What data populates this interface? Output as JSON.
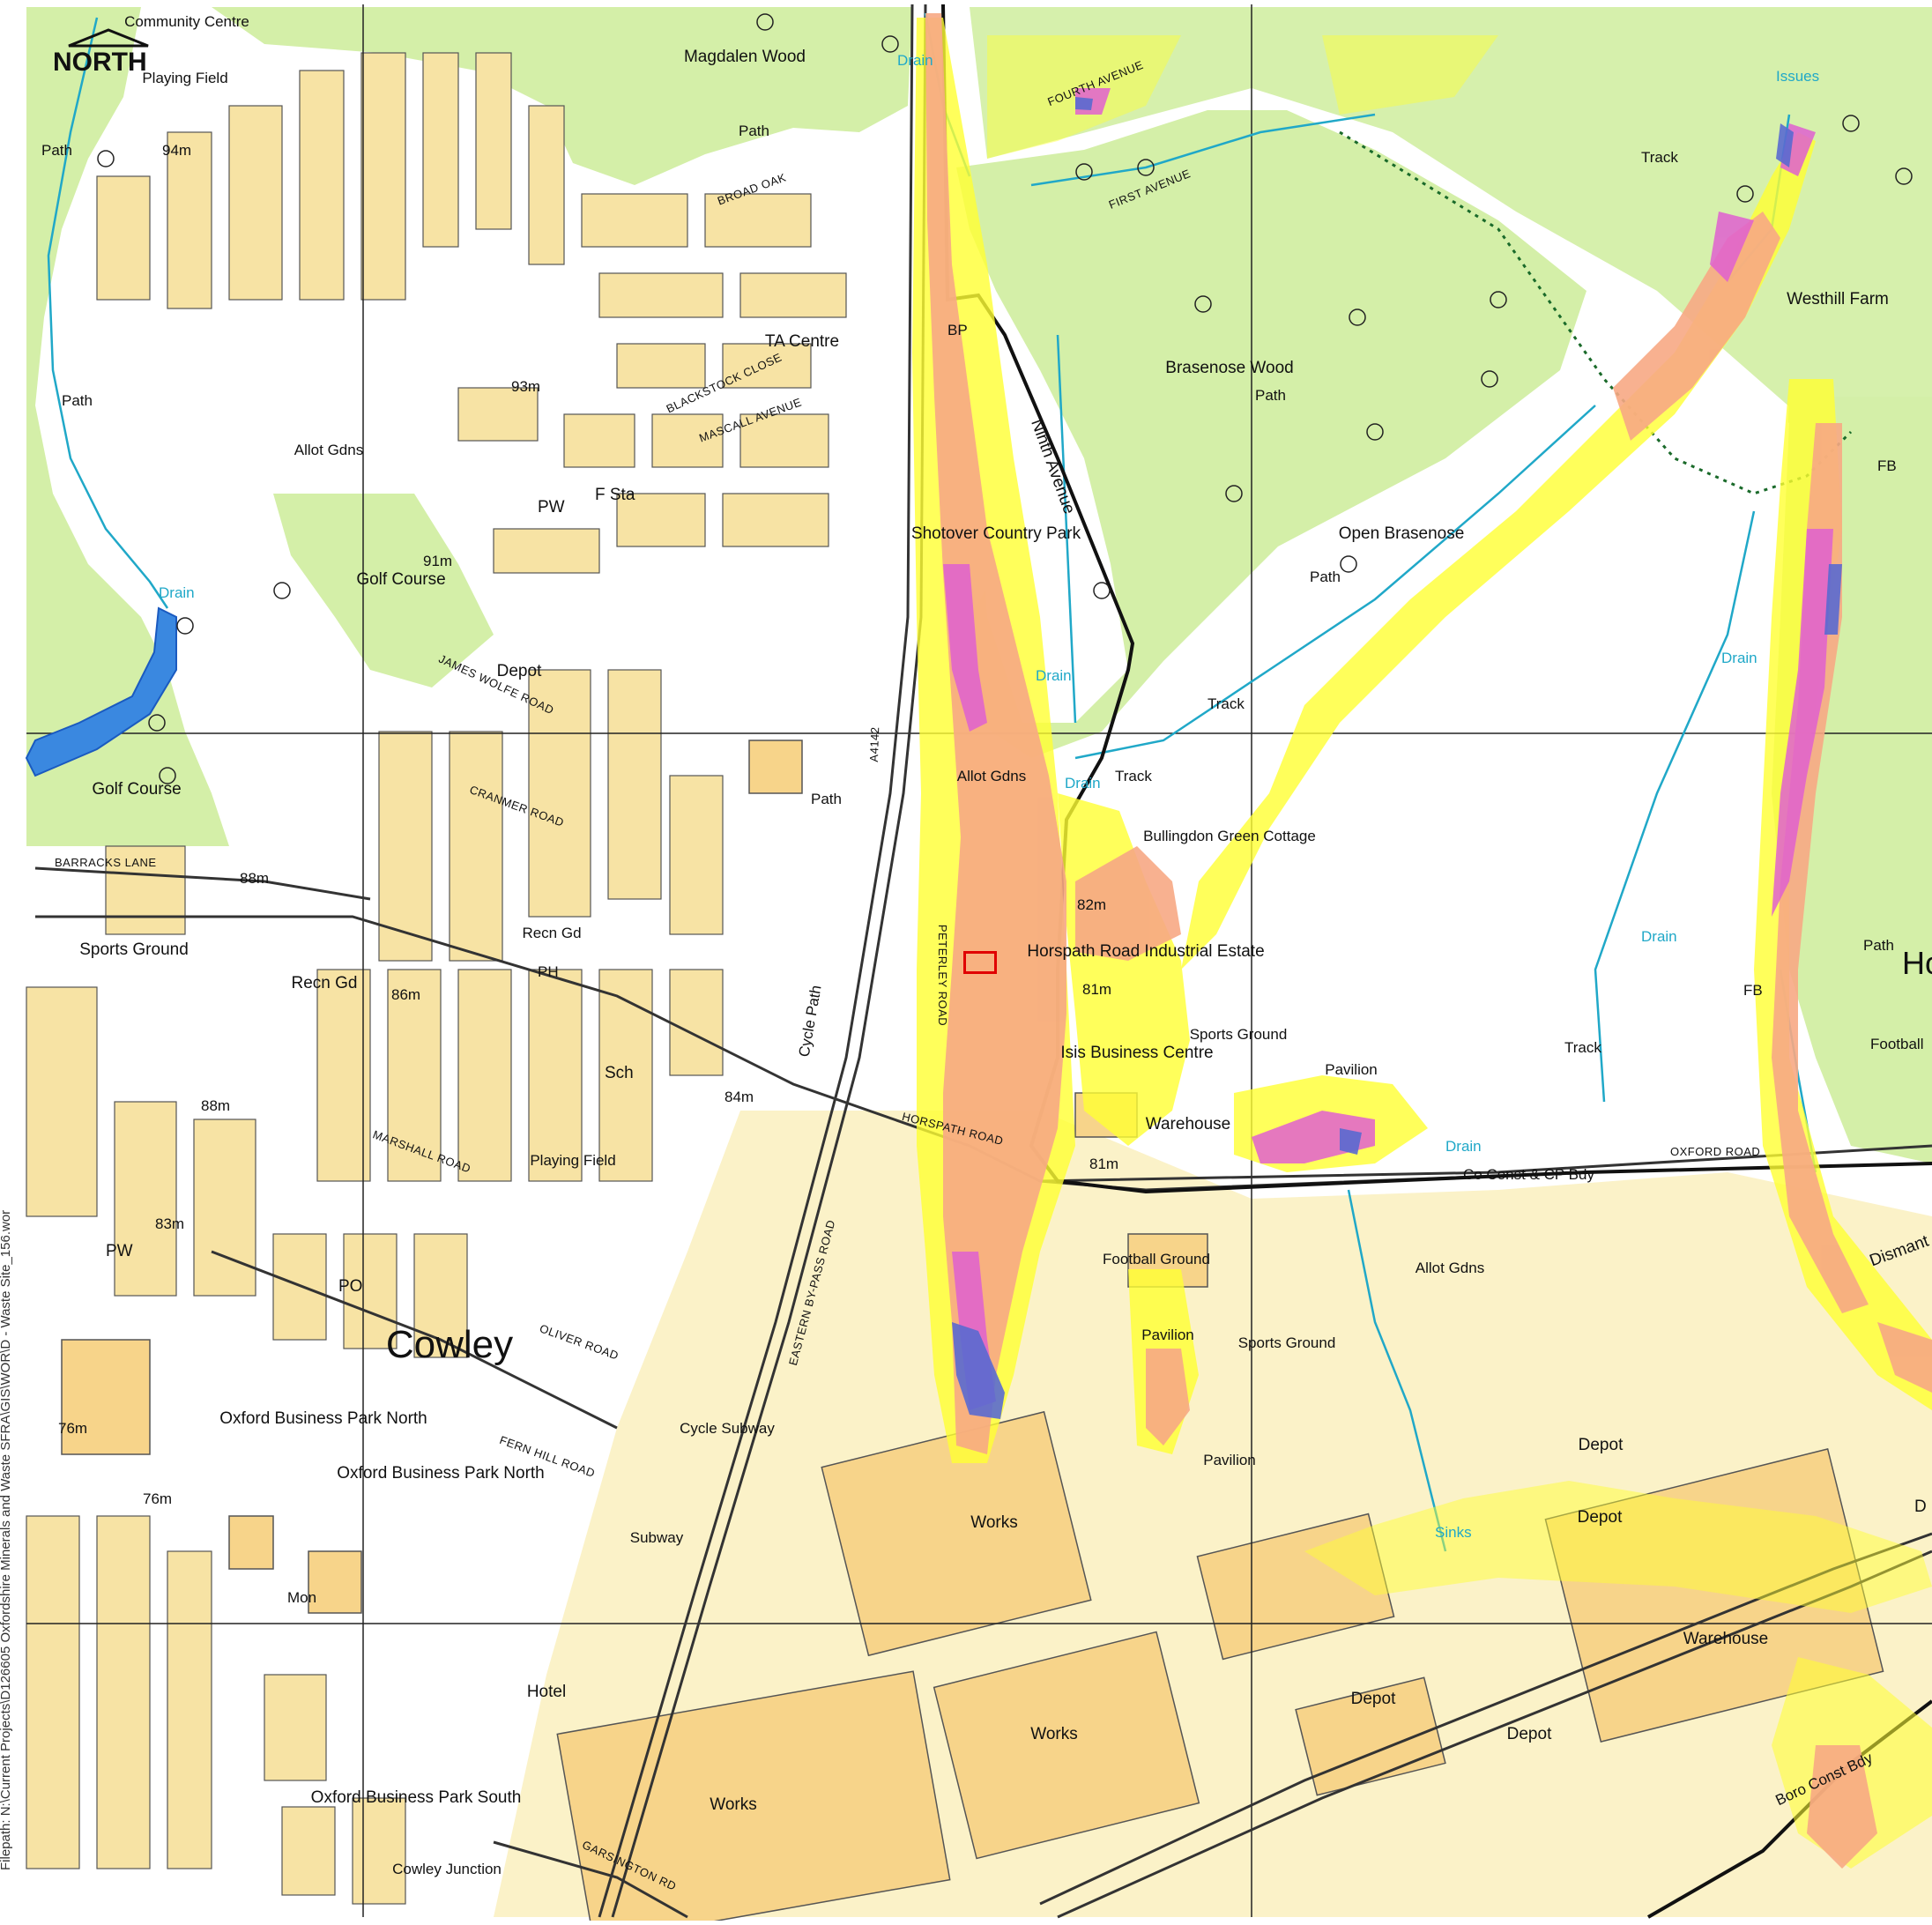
{
  "north_arrow": {
    "label": "NORTH",
    "icon": "north-arrow-icon"
  },
  "filepath": "Filepath: N:\\Current Projects\\D126605  Oxfordshire Minerals and Waste SFRA\\GIS\\WOR\\D - Waste Site_156.wor",
  "site_marker": {
    "color": "#e00000",
    "icon": "site-boundary-icon"
  },
  "colors": {
    "woodland": "#d4efa8",
    "built_area": "#f7e3a4",
    "buildings": "#f3d28c",
    "water_drain": "#20a8c8",
    "flood_low": "#ffff33",
    "flood_medium": "#f7a884",
    "flood_high": "#e060d0",
    "flood_very_high": "#5a6ad0",
    "river": "#3a88e0",
    "boundary": "#111111"
  },
  "labels": {
    "community_centre": "Community Centre",
    "playing_field_1": "Playing Field",
    "magdalen_wood": "Magdalen Wood",
    "brasenose_wood": "Brasenose Wood",
    "westhill_farm": "Westhill Farm",
    "ta_centre": "TA Centre",
    "f_sta": "F Sta",
    "pw_1": "PW",
    "golf_course_1": "Golf Course",
    "golf_course_2": "Golf Course",
    "allot_gdns_1": "Allot Gdns",
    "allot_gdns_2": "Allot Gdns",
    "allot_gdns_3": "Allot Gdns",
    "depot_1": "Depot",
    "shotover": "Shotover Country Park",
    "open_brasenose": "Open Brasenose",
    "bullingdon": "Bullingdon Green Cottage",
    "horspath_ind": "Horspath Road Industrial Estate",
    "isis": "Isis Business Centre",
    "warehouse_1": "Warehouse",
    "warehouse_2": "Warehouse",
    "sports_ground_1": "Sports Ground",
    "sports_ground_2": "Sports Ground",
    "sports_ground_3": "Sports Ground",
    "pavilion_1": "Pavilion",
    "pavilion_2": "Pavilion",
    "pavilion_3": "Pavilion",
    "football_1": "Football Ground",
    "football_2": "Football",
    "recn_gd_1": "Recn Gd",
    "recn_gd_2": "Recn Gd",
    "sch": "Sch",
    "playing_field_2": "Playing Field",
    "cowley": "Cowley",
    "po": "PO",
    "pw_2": "PW",
    "ph": "PH",
    "oxford_bp_north": "Oxford Business Park North",
    "oxford_bp_north_2": "Oxford Business Park North",
    "oxford_bp_south": "Oxford Business Park South",
    "cowley_junction": "Cowley Junction",
    "hotel": "Hotel",
    "mon": "Mon",
    "subway_1": "Subway",
    "cycle_subway": "Cycle Subway",
    "works_1": "Works",
    "works_2": "Works",
    "works_3": "Works",
    "depot_2": "Depot",
    "depot_3": "Depot",
    "depot_4": "Depot",
    "depot_5": "Depot",
    "depot_6": "D",
    "dismantl": "Dismant",
    "ho": "Ho",
    "fb_1": "FB",
    "fb_2": "FB",
    "bp": "BP",
    "ninth_avenue": "Ninth Avenue",
    "path_1": "Path",
    "path_2": "Path",
    "path_3": "Path",
    "path_4": "Path",
    "path_5": "Path",
    "path_6": "Path",
    "path_7": "Path",
    "track_1": "Track",
    "track_2": "Track",
    "track_3": "Track",
    "track_4": "Track",
    "drain_1": "Drain",
    "drain_2": "Drain",
    "drain_3": "Drain",
    "drain_4": "Drain",
    "drain_5": "Drain",
    "drain_6": "Drain",
    "drain_7": "Drain",
    "sinks": "Sinks",
    "issues": "Issues",
    "co_const": "Co Const & CP Bdy",
    "boro_const": "Boro Const Bdy",
    "oxford_road": "OXFORD ROAD",
    "horspath_road": "HORSPATH ROAD",
    "cycle_path": "Cycle Path",
    "barracks_lane": "BARRACKS LANE",
    "fern_hill_road": "FERN HILL ROAD",
    "garsington_road": "GARSINGTON RD",
    "eastern_bypass": "EASTERN BY-PASS ROAD",
    "peterley_road": "PETERLEY ROAD",
    "marshall_road": "MARSHALL ROAD",
    "oliver_road": "OLIVER ROAD",
    "cranmer_road": "CRANMER ROAD",
    "james_wolfe_road": "JAMES WOLFE ROAD",
    "broad_oak": "BROAD OAK",
    "first_avenue": "FIRST AVENUE",
    "fourth_avenue": "FOURTH AVENUE",
    "mascall_avenue": "MASCALL AVENUE",
    "blackstock_close": "BLACKSTOCK CLOSE",
    "spot_94": "94m",
    "spot_93": "93m",
    "spot_91": "91m",
    "spot_88a": "88m",
    "spot_88b": "88m",
    "spot_86": "86m",
    "spot_84": "84m",
    "spot_83": "83m",
    "spot_82": "82m",
    "spot_81a": "81m",
    "spot_81b": "81m",
    "spot_76a": "76m",
    "spot_76b": "76m",
    "a4142": "A4142"
  }
}
